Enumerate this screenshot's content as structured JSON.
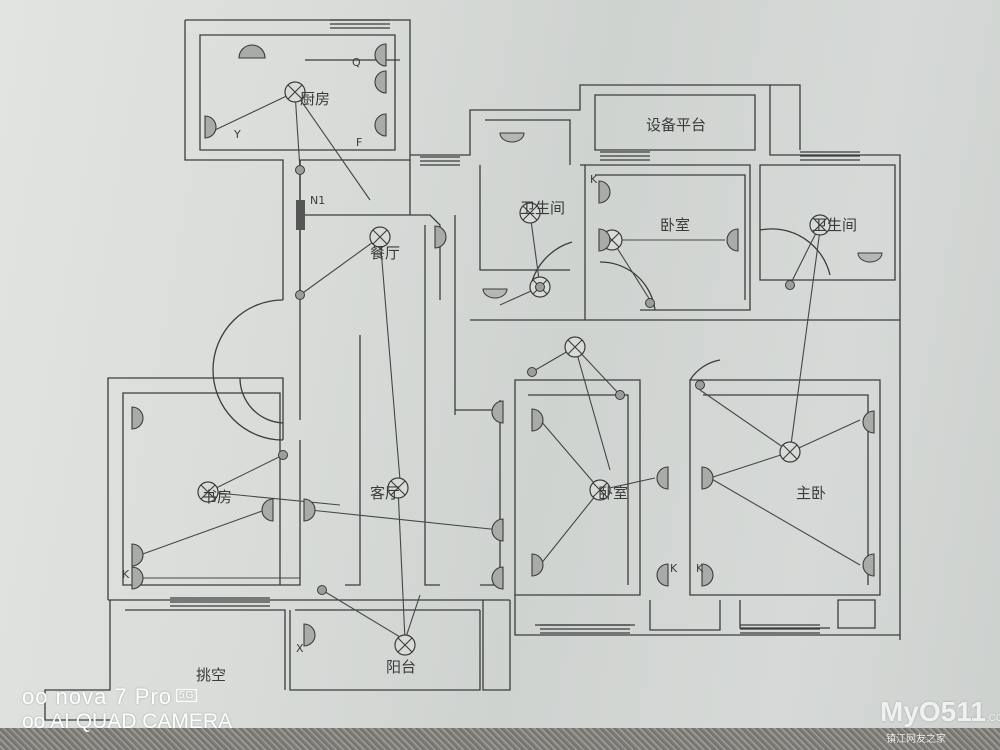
{
  "rooms": {
    "kitchen": "厨房",
    "dining": "餐厅",
    "bathroom_1": "卫生间",
    "bathroom_2": "卫生间",
    "equipment_platform": "设备平台",
    "bedroom_upper": "卧室",
    "bedroom_middle": "卧室",
    "master_bedroom": "主卧",
    "living_room": "客厅",
    "study": "书房",
    "void": "挑空",
    "balcony": "阳台"
  },
  "markers": {
    "q": "Q",
    "y": "Y",
    "f": "F",
    "n1": "N1",
    "k1": "K",
    "k2": "K",
    "k3": "K",
    "k4": "K",
    "x1": "X"
  },
  "camera_watermark": {
    "model": "nova 7 Pro",
    "badge": "5G",
    "line2": "AI QUAD CAMERA"
  },
  "site_watermark": {
    "logo": "MyO511",
    "domain": ".COM",
    "tagline": "镇江网友之家"
  }
}
